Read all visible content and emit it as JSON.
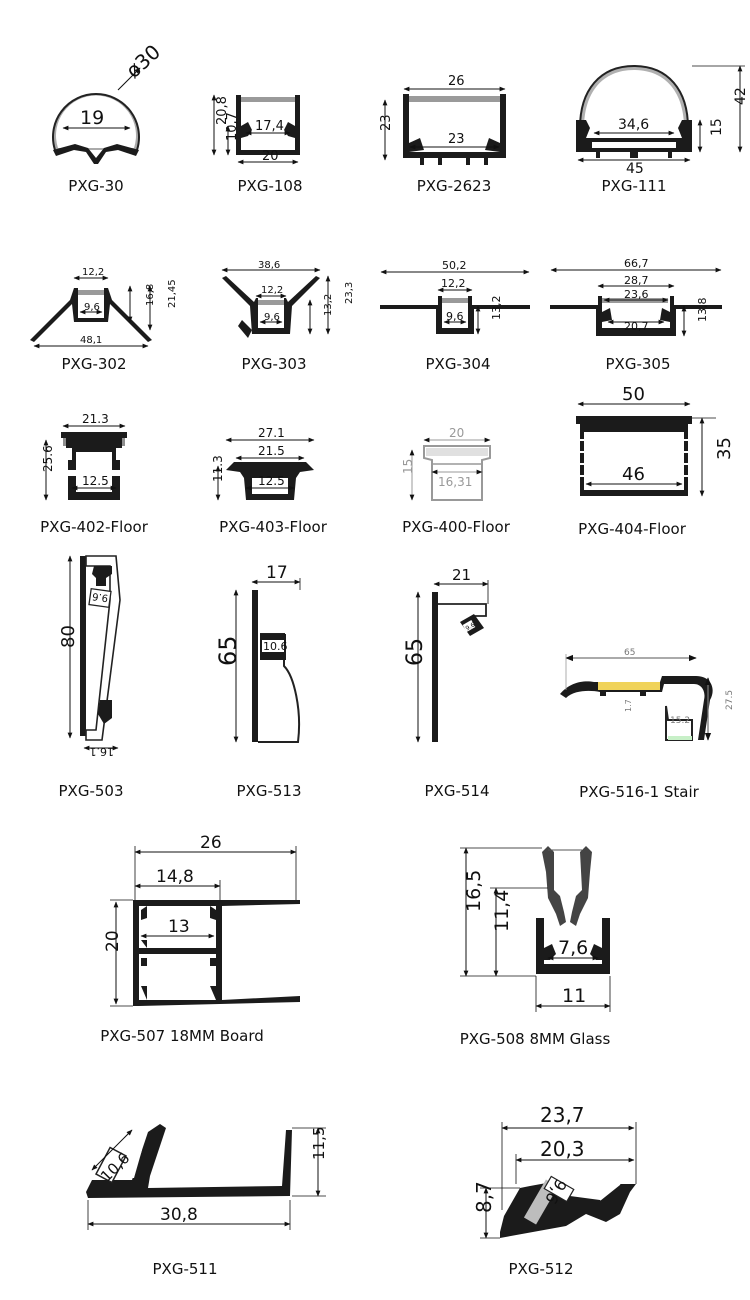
{
  "profiles": [
    {
      "id": "PXG-30",
      "label": "PXG-30",
      "dims": [
        "ø30",
        "19"
      ]
    },
    {
      "id": "PXG-108",
      "label": "PXG-108",
      "dims": [
        "20,8",
        "10,7",
        "17,4",
        "20"
      ]
    },
    {
      "id": "PXG-2623",
      "label": "PXG-2623",
      "dims": [
        "26",
        "23",
        "23"
      ]
    },
    {
      "id": "PXG-111",
      "label": "PXG-111",
      "dims": [
        "42",
        "34,6",
        "15",
        "45"
      ]
    },
    {
      "id": "PXG-302",
      "label": "PXG-302",
      "dims": [
        "12,2",
        "9,6",
        "16,8",
        "21,45",
        "48,1"
      ]
    },
    {
      "id": "PXG-303",
      "label": "PXG-303",
      "dims": [
        "38,6",
        "12,2",
        "9,6",
        "13,2",
        "23,3"
      ]
    },
    {
      "id": "PXG-304",
      "label": "PXG-304",
      "dims": [
        "50,2",
        "12,2",
        "9,6",
        "13,2"
      ]
    },
    {
      "id": "PXG-305",
      "label": "PXG-305",
      "dims": [
        "66,7",
        "28,7",
        "23,6",
        "20,7",
        "13,8"
      ]
    },
    {
      "id": "PXG-402-Floor",
      "label": "PXG-402-Floor",
      "dims": [
        "21.3",
        "25.6",
        "12.5"
      ]
    },
    {
      "id": "PXG-403-Floor",
      "label": "PXG-403-Floor",
      "dims": [
        "27.1",
        "21.5",
        "11.3",
        "12.5"
      ]
    },
    {
      "id": "PXG-400-Floor",
      "label": "PXG-400-Floor",
      "dims": [
        "20",
        "15",
        "16,31"
      ]
    },
    {
      "id": "PXG-404-Floor",
      "label": "PXG-404-Floor",
      "dims": [
        "50",
        "46",
        "35"
      ]
    },
    {
      "id": "PXG-503",
      "label": "PXG-503",
      "dims": [
        "80",
        "9.6",
        "16.1"
      ]
    },
    {
      "id": "PXG-513",
      "label": "PXG-513",
      "dims": [
        "17",
        "65",
        "10.6"
      ]
    },
    {
      "id": "PXG-514",
      "label": "PXG-514",
      "dims": [
        "21",
        "65",
        "9.6"
      ]
    },
    {
      "id": "PXG-516-1",
      "label": "PXG-516-1 Stair",
      "dims": [
        "65",
        "1.7",
        "15.2",
        "27.5"
      ]
    },
    {
      "id": "PXG-507",
      "label": "PXG-507 18MM Board",
      "dims": [
        "26",
        "14,8",
        "13",
        "20"
      ]
    },
    {
      "id": "PXG-508",
      "label": "PXG-508 8MM Glass",
      "dims": [
        "16,5",
        "11,4",
        "7,6",
        "11"
      ]
    },
    {
      "id": "PXG-511",
      "label": "PXG-511",
      "dims": [
        "10,6",
        "11,5",
        "30,8"
      ]
    },
    {
      "id": "PXG-512",
      "label": "PXG-512",
      "dims": [
        "23,7",
        "20,3",
        "8,7",
        "9,6"
      ]
    }
  ]
}
